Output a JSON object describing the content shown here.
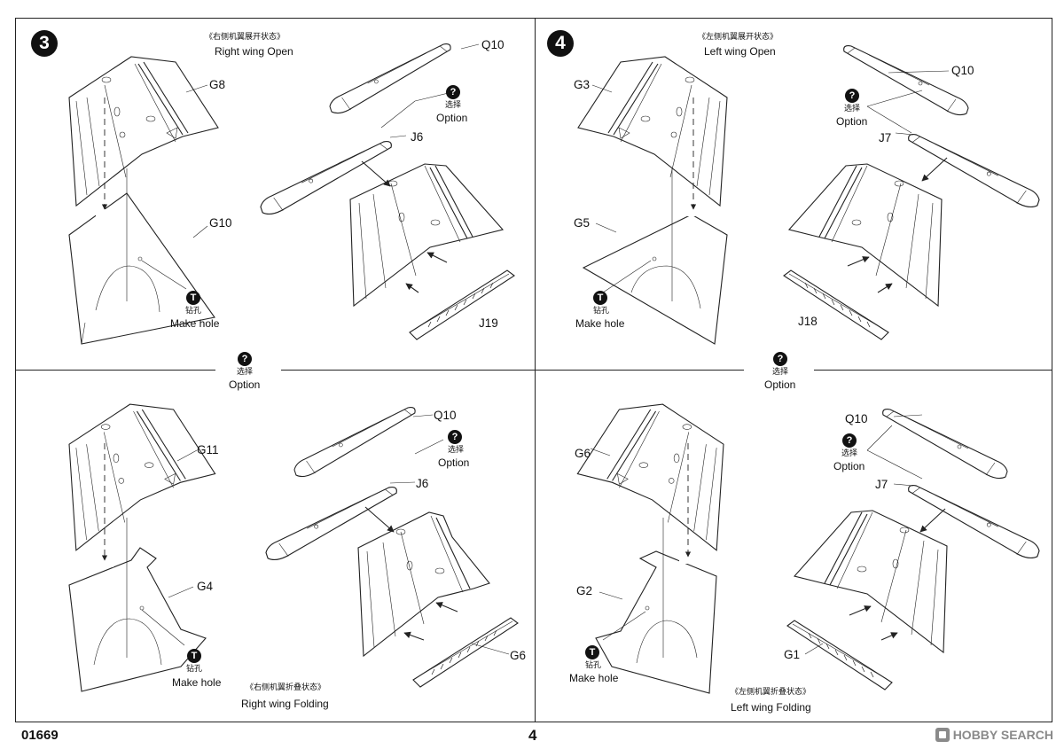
{
  "page": {
    "kit_number": "01669",
    "page_number": "4",
    "watermark": "HOBBY SEARCH"
  },
  "icons": {
    "option": "question-circle-icon",
    "drill": "drill-hole-icon"
  },
  "steps": {
    "s3_open": {
      "number": "3",
      "caption_cn": "《右侧机翼展开状态》",
      "caption_en": "Right wing Open",
      "parts": {
        "a": "G8",
        "b": "G10",
        "c": "Q10",
        "d": "J6",
        "e": "J19"
      },
      "option_cn": "选择",
      "option_en": "Option",
      "hole_cn": "钻孔",
      "hole_en": "Make hole"
    },
    "s4_open": {
      "number": "4",
      "caption_cn": "《左侧机翼展开状态》",
      "caption_en": "Left   wing   Open",
      "parts": {
        "a": "G3",
        "b": "G5",
        "c": "Q10",
        "d": "J7",
        "e": "J18"
      },
      "option_cn": "选择",
      "option_en": "Option",
      "hole_cn": "钻孔",
      "hole_en": "Make hole"
    },
    "s3_fold": {
      "caption_cn": "《右侧机翼折叠状态》",
      "caption_en": "Right wing Folding",
      "parts": {
        "a": "G11",
        "b": "G4",
        "c": "Q10",
        "d": "J6",
        "e": "G6"
      },
      "option_cn": "选择",
      "option_en": "Option",
      "hole_cn": "钻孔",
      "hole_en": "Make hole"
    },
    "s4_fold": {
      "caption_cn": "《左侧机翼折叠状态》",
      "caption_en": "Left wing Folding",
      "parts": {
        "a": "G6",
        "b": "G2",
        "c": "Q10",
        "d": "J7",
        "e": "G1"
      },
      "option_cn": "选择",
      "option_en": "Option",
      "hole_cn": "钻孔",
      "hole_en": "Make hole"
    }
  },
  "mid_options": {
    "left": {
      "cn": "选择",
      "en": "Option"
    },
    "right": {
      "cn": "选择",
      "en": "Option"
    }
  }
}
